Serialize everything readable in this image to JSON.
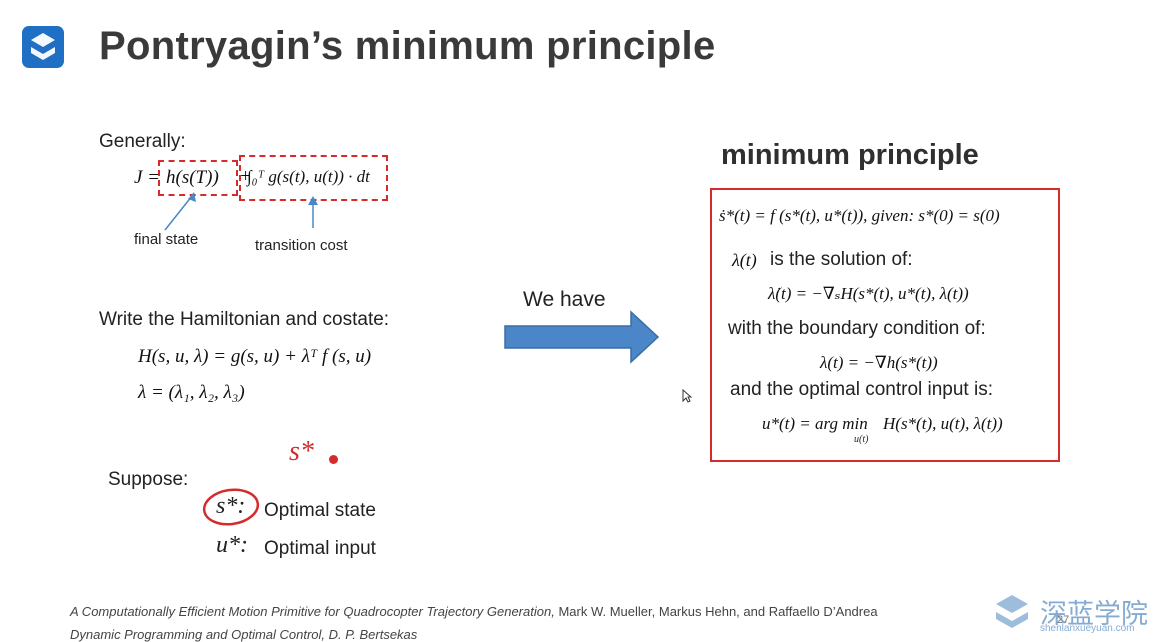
{
  "slide": {
    "title": "Pontryagin’s minimum principle",
    "generally_label": "Generally:",
    "cost_equation": {
      "lhs": "J =",
      "terminal": "h(s(T))",
      "plus": "+",
      "integral": "∫₀ᵀ g(s(t), u(t)) · dt"
    },
    "final_state_label": "final state",
    "transition_cost_label": "transition cost",
    "hamiltonian_label": "Write the Hamiltonian and costate:",
    "hamiltonian_eq": "H(s, u, λ) = g(s, u) + λᵀ f (s, u)",
    "costate_eq": "λ = (λ₁, λ₂, λ₃)",
    "suppose_label": "Suppose:",
    "handwritten_note": "s*",
    "optimal_state_symbol": "s*:",
    "optimal_state_label": "Optimal state",
    "optimal_input_symbol": "u*:",
    "optimal_input_label": "Optimal input",
    "we_have_label": "We have",
    "min_principle_title": "minimum principle",
    "box": {
      "line1": "ṡ*(t) = f (s*(t), u*(t)),   given: s*(0) = s(0)",
      "line2_sym": "λ(t)",
      "line2_text": "is the solution of:",
      "line3": "λ̇(t) = −∇ₛH(s*(t), u*(t), λ(t))",
      "line4": "with the boundary condition of:",
      "line5": "λ(t) = −∇h(s*(t))",
      "line6": "and the optimal control input is:",
      "line7_lhs": "u*(t) = arg min",
      "line7_sub": "u(t)",
      "line7_rhs": "H(s*(t), u(t), λ(t))"
    },
    "footer_ref_title": "A Computationally Efficient Motion Primitive for Quadrocopter Trajectory Generation,",
    "footer_ref_authors": "Mark W. Mueller, Markus Hehn, and Raffaello D’Andrea",
    "footer_ref2": "Dynamic Programming and Optimal Control, D. P. Bertsekas",
    "watermark_cn": "深蓝学院",
    "watermark_url": "shenlanxueyuan.com",
    "page_number": "27"
  },
  "colors": {
    "accent_red": "#d62b2b",
    "arrow_blue": "#4a86c8",
    "logo_blue": "#1f6fc4"
  }
}
